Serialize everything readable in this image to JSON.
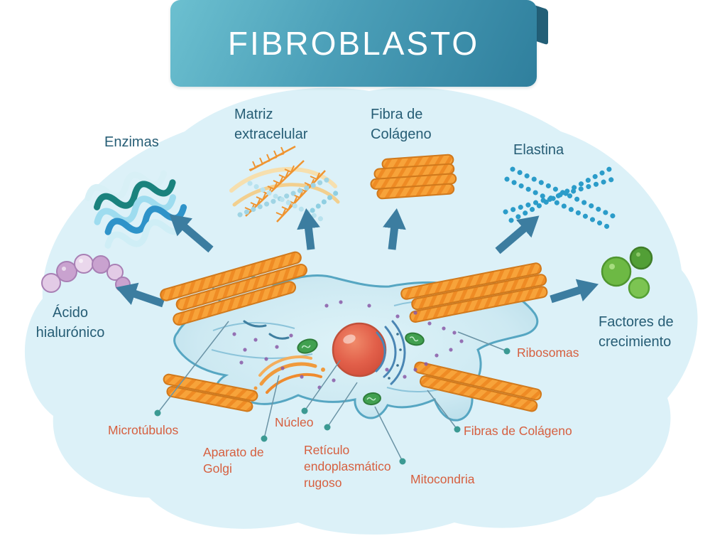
{
  "title": "FIBROBLASTO",
  "external": {
    "enzimas": "Enzimas",
    "matriz_extracelular": "Matriz\nextracelular",
    "fibra_de_colageno": "Fibra de\nColágeno",
    "elastina": "Elastina",
    "acido_hialuronico": "Ácido\nhialurónico",
    "factores_de_crecimiento": "Factores de\ncrecimiento"
  },
  "organelles": {
    "microtubulos": "Microtúbulos",
    "aparato_de_golgi": "Aparato de\nGolgi",
    "nucleo": "Núcleo",
    "reticulo_endoplasmatico_rugoso": "Retículo\nendoplasmático\nrugoso",
    "mitocondria": "Mitocondria",
    "ribosomas": "Ribosomas",
    "fibras_de_colageno": "Fibras de Colágeno"
  },
  "colors": {
    "background_blob": "#dcf1f8",
    "banner_gradient_start": "#6cc0d0",
    "banner_gradient_end": "#2f7f9d",
    "banner_fold": "#235f77",
    "external_label_text": "#265d75",
    "organelle_label_text": "#d65f3f",
    "arrow": "#3c7da0",
    "cell_fill": "#cde9f2",
    "cell_outline": "#56a6c2",
    "collagen_fiber": "#f7a33a",
    "nucleus": "#e2604a",
    "mitochondria": "#41a050",
    "ribosome_dot": "#8a5ba8",
    "leader_dot": "#3b9a93"
  }
}
